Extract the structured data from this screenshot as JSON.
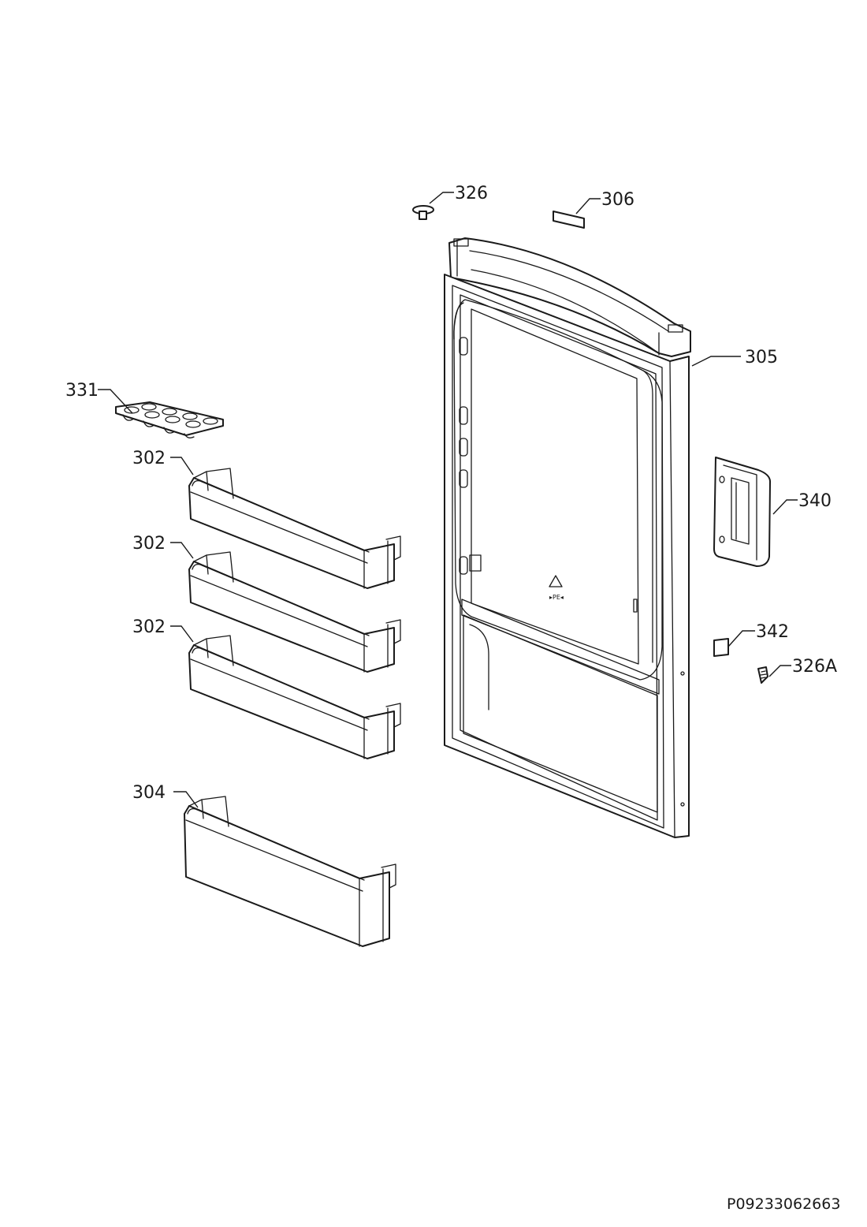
{
  "callouts": {
    "c326": "326",
    "c306": "306",
    "c305": "305",
    "c331": "331",
    "c302a": "302",
    "c302b": "302",
    "c302c": "302",
    "c340": "340",
    "c342": "342",
    "c326A": "326A",
    "c304": "304"
  },
  "document_ref": "P09233062663"
}
